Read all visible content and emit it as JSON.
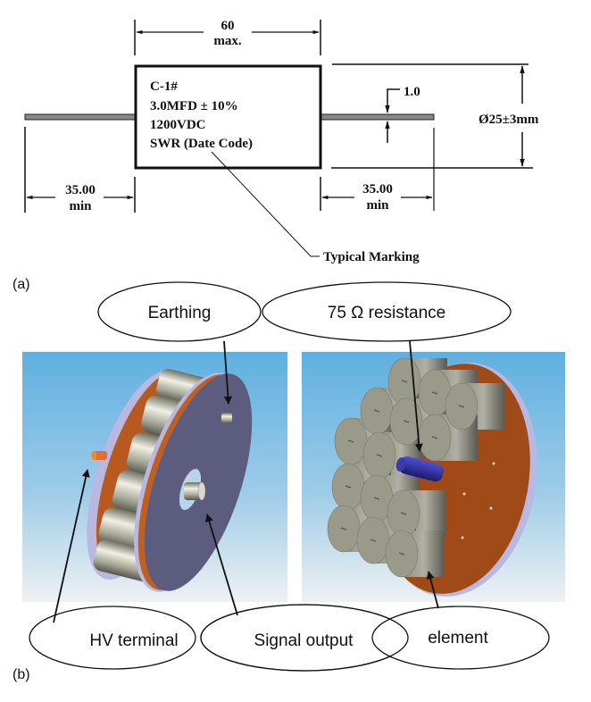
{
  "figure": {
    "panel_a": {
      "label": "(a)",
      "body_marking": [
        "C-1#",
        "3.0MFD ± 10%",
        "1200VDC",
        "SWR (Date Code)"
      ],
      "dim_length": {
        "value": "60",
        "qualifier": "max."
      },
      "dim_lead_left": {
        "value": "35.00",
        "qualifier": "min"
      },
      "dim_lead_right": {
        "value": "35.00",
        "qualifier": "min"
      },
      "dim_lead_diameter": "1.0",
      "dim_body_diameter": "Ø25±3mm",
      "callout": "Typical Marking"
    },
    "panel_b": {
      "label": "(b)",
      "callouts": {
        "earthing": "Earthing",
        "resistance": "75 Ω resistance",
        "hv_terminal": "HV terminal",
        "signal_output": "Signal output",
        "element": "element"
      },
      "colors": {
        "sky_top": "#5fb0e0",
        "sky_bottom": "#e8eef2",
        "plate": "#5a5a7a",
        "plate_rim": "#b8b8e0",
        "copper": "#b85a20",
        "cylinder": "#a0a090",
        "resistor": "#2a2a9a",
        "hv_pin": "#e07030"
      }
    }
  }
}
